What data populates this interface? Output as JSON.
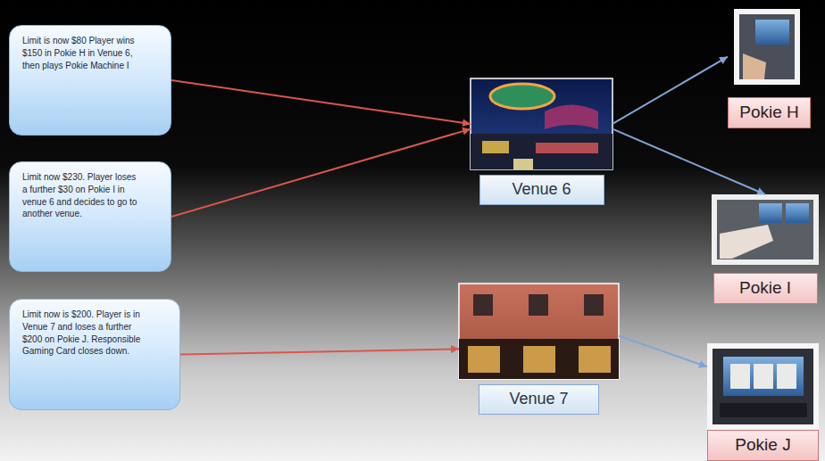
{
  "diagram": {
    "nodes": [
      {
        "text": [
          "Limit is now $80 Player wins $150 in Pokie H in Venue 6, then plays Pokie Machine I"
        ]
      },
      {
        "text": [
          "Limit now $230. Player loses a further $30 on Pokie I in venue 6 and decides to go to another venue."
        ]
      },
      {
        "text": [
          "Venue 6"
        ]
      },
      {
        "text": [
          "Pokie H"
        ]
      },
      {
        "text": [
          "Pokie I"
        ]
      },
      {
        "text": [
          "Limit now is $200. Player is in Venue 7 and loses a further $200 on Pokie J. Responsible Gaming Card closes down."
        ]
      },
      {
        "text": [
          "Venue 7"
        ]
      },
      {
        "text": [
          "Pokie J"
        ]
      }
    ],
    "edges": [
      {
        "from": 0,
        "to": 2,
        "arrow": "to"
      },
      {
        "from": 1,
        "to": 2,
        "arrow": "to"
      },
      {
        "from": 2,
        "to": 3,
        "arrow": "to"
      },
      {
        "from": 2,
        "to": 4,
        "arrow": "to"
      },
      {
        "from": 5,
        "to": 6,
        "arrow": "to"
      },
      {
        "from": 6,
        "to": 7,
        "arrow": "to"
      }
    ]
  }
}
